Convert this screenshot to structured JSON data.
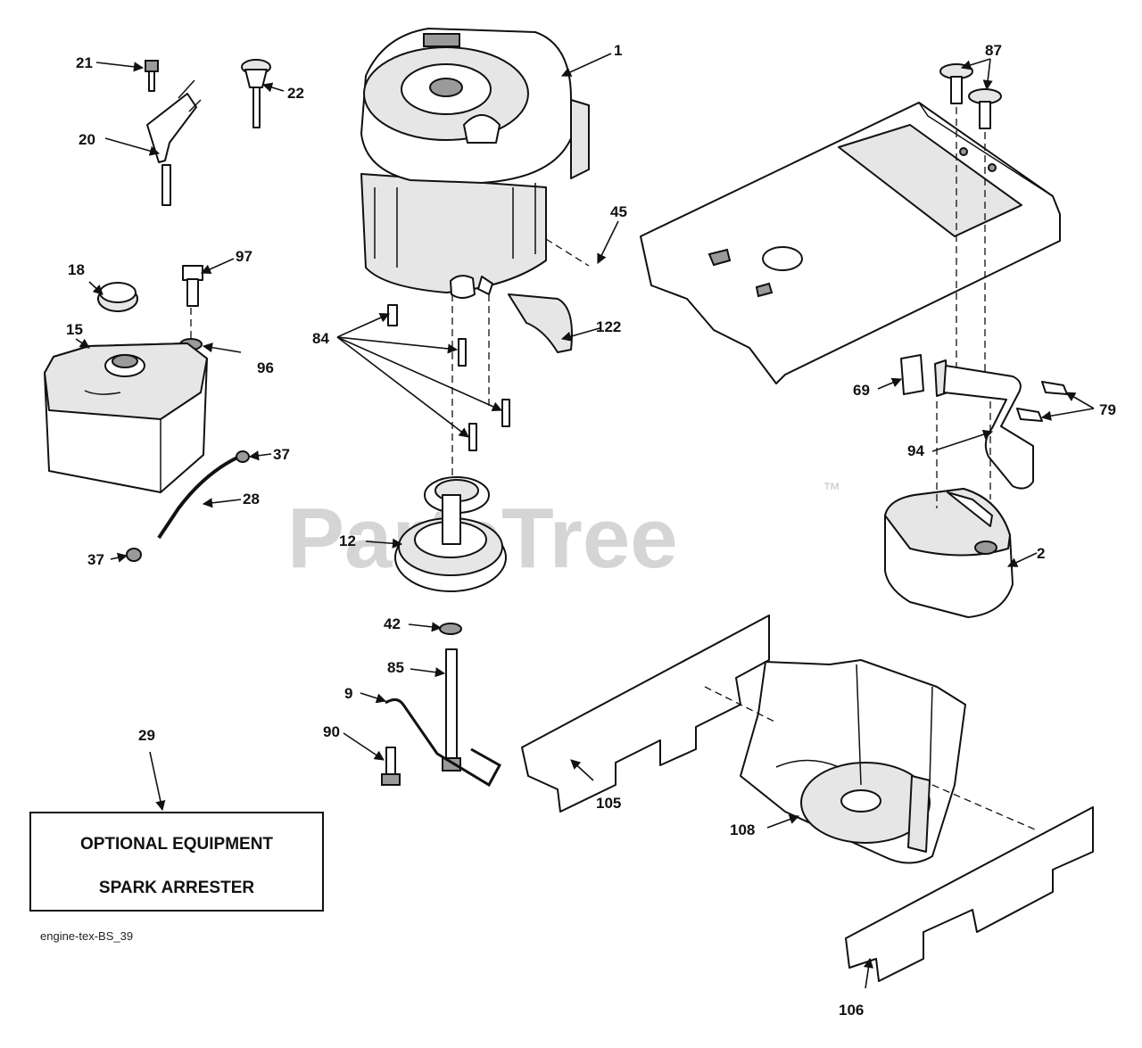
{
  "diagram": {
    "callouts": [
      "1",
      "2",
      "9",
      "12",
      "15",
      "18",
      "20",
      "21",
      "22",
      "28",
      "29",
      "37",
      "37",
      "42",
      "45",
      "69",
      "79",
      "84",
      "85",
      "87",
      "90",
      "94",
      "96",
      "97",
      "105",
      "106",
      "108",
      "122"
    ],
    "box": {
      "line1": "OPTIONAL EQUIPMENT",
      "line2": "SPARK ARRESTER"
    },
    "footer": "engine-tex-BS_39",
    "watermark": "PartsTree",
    "watermark_mark": "™"
  }
}
